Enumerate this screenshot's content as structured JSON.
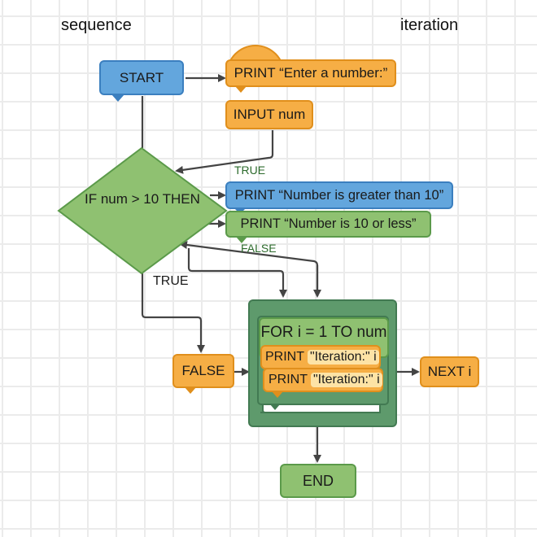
{
  "headings": {
    "left": "sequence",
    "right": "iteration"
  },
  "nodes": {
    "start": "START",
    "print_enter": "PRINT “Enter a number:”",
    "input_num": "INPUT num",
    "if_condition": "IF num > 10 THEN",
    "print_greater": "PRINT “Number is greater than 10”",
    "print_less": "PRINT “Number is 10 or less”",
    "false_box": "FALSE",
    "for_loop": "FOR i = 1 TO num",
    "print_iter_1_keyword": "PRINT",
    "print_iter_1_value": "\"Iteration:\" i",
    "print_iter_2_keyword": "PRINT",
    "print_iter_2_value": "\"Iteration:\" i",
    "next_i": "NEXT i",
    "end": "END"
  },
  "edge_labels": {
    "true_top": "TRUE",
    "false_mid": "FALSE",
    "true_bottom": "TRUE"
  },
  "colors": {
    "blue": "#63a6dd",
    "orange": "#f6ae45",
    "green": "#8fc171",
    "loop_green": "#5e9a6c",
    "wire": "#444444"
  }
}
